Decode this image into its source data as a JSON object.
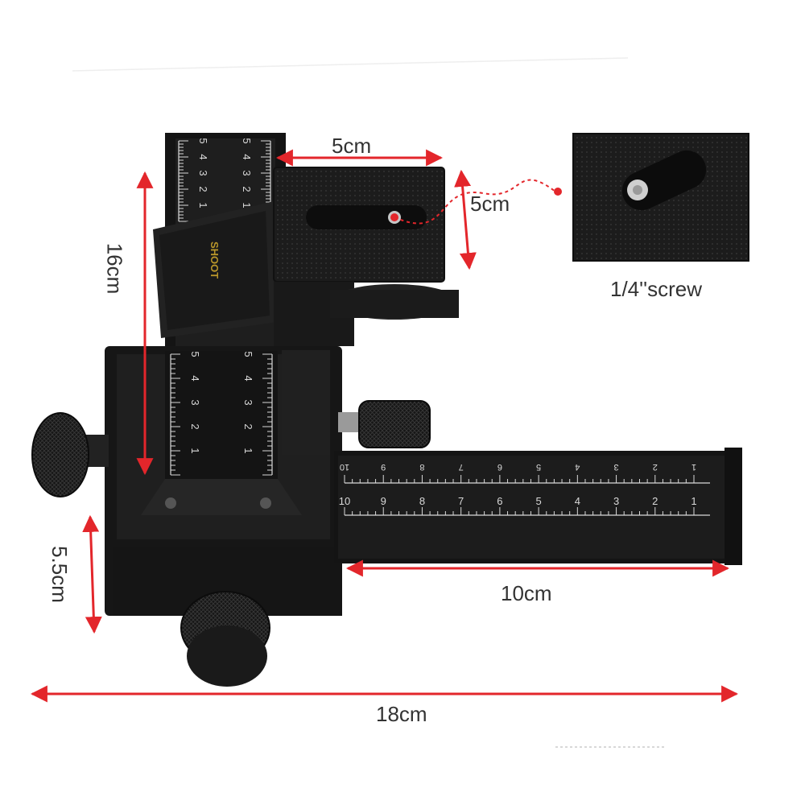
{
  "dimensions": {
    "top_width": "5cm",
    "plate_depth": "5cm",
    "vertical_length": "16cm",
    "base_height": "5.5cm",
    "rail_length": "10cm",
    "total_width": "18cm"
  },
  "inset": {
    "caption": "1/4''screw"
  },
  "brand": {
    "logo_text": "SHOOT"
  },
  "scales": {
    "vertical_rail_ticks": [
      "1",
      "2",
      "3",
      "4",
      "5"
    ],
    "horizontal_rail_top_ticks": [
      "10",
      "9",
      "8",
      "7",
      "6",
      "5",
      "4",
      "3",
      "2",
      "1"
    ],
    "horizontal_rail_bottom_ticks": [
      "10",
      "9",
      "8",
      "7",
      "6",
      "5",
      "4",
      "3",
      "2",
      "1"
    ]
  },
  "colors": {
    "dimension_line": "#e3262b",
    "metal": "#1a1a1a",
    "metal_light": "#2e2e2e",
    "scale_print": "#d9d9d9",
    "label_text": "#333333"
  }
}
